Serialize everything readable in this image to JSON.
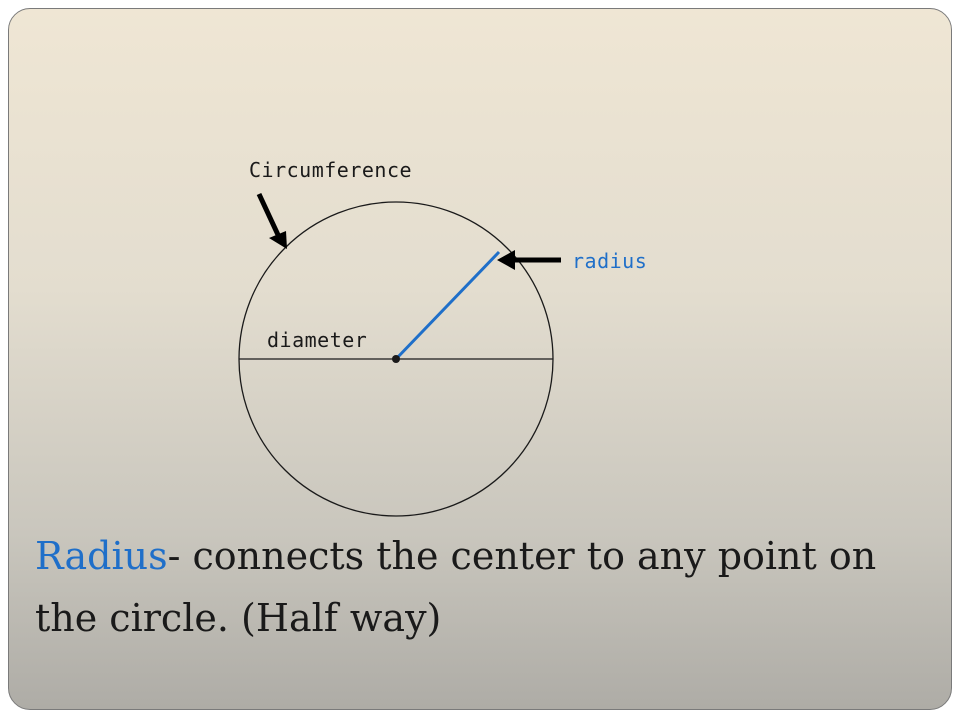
{
  "diagram": {
    "labels": {
      "circumference": "Circumference",
      "radius": "radius",
      "diameter": "diameter"
    }
  },
  "caption": {
    "highlight": "Radius",
    "rest": "- connects the center to any point on the circle. (Half way)"
  },
  "colors": {
    "accent": "#1f6fc9",
    "ink": "#1a1a1a",
    "background_top": "#efe6d4",
    "background_bottom": "#aeaca6"
  }
}
